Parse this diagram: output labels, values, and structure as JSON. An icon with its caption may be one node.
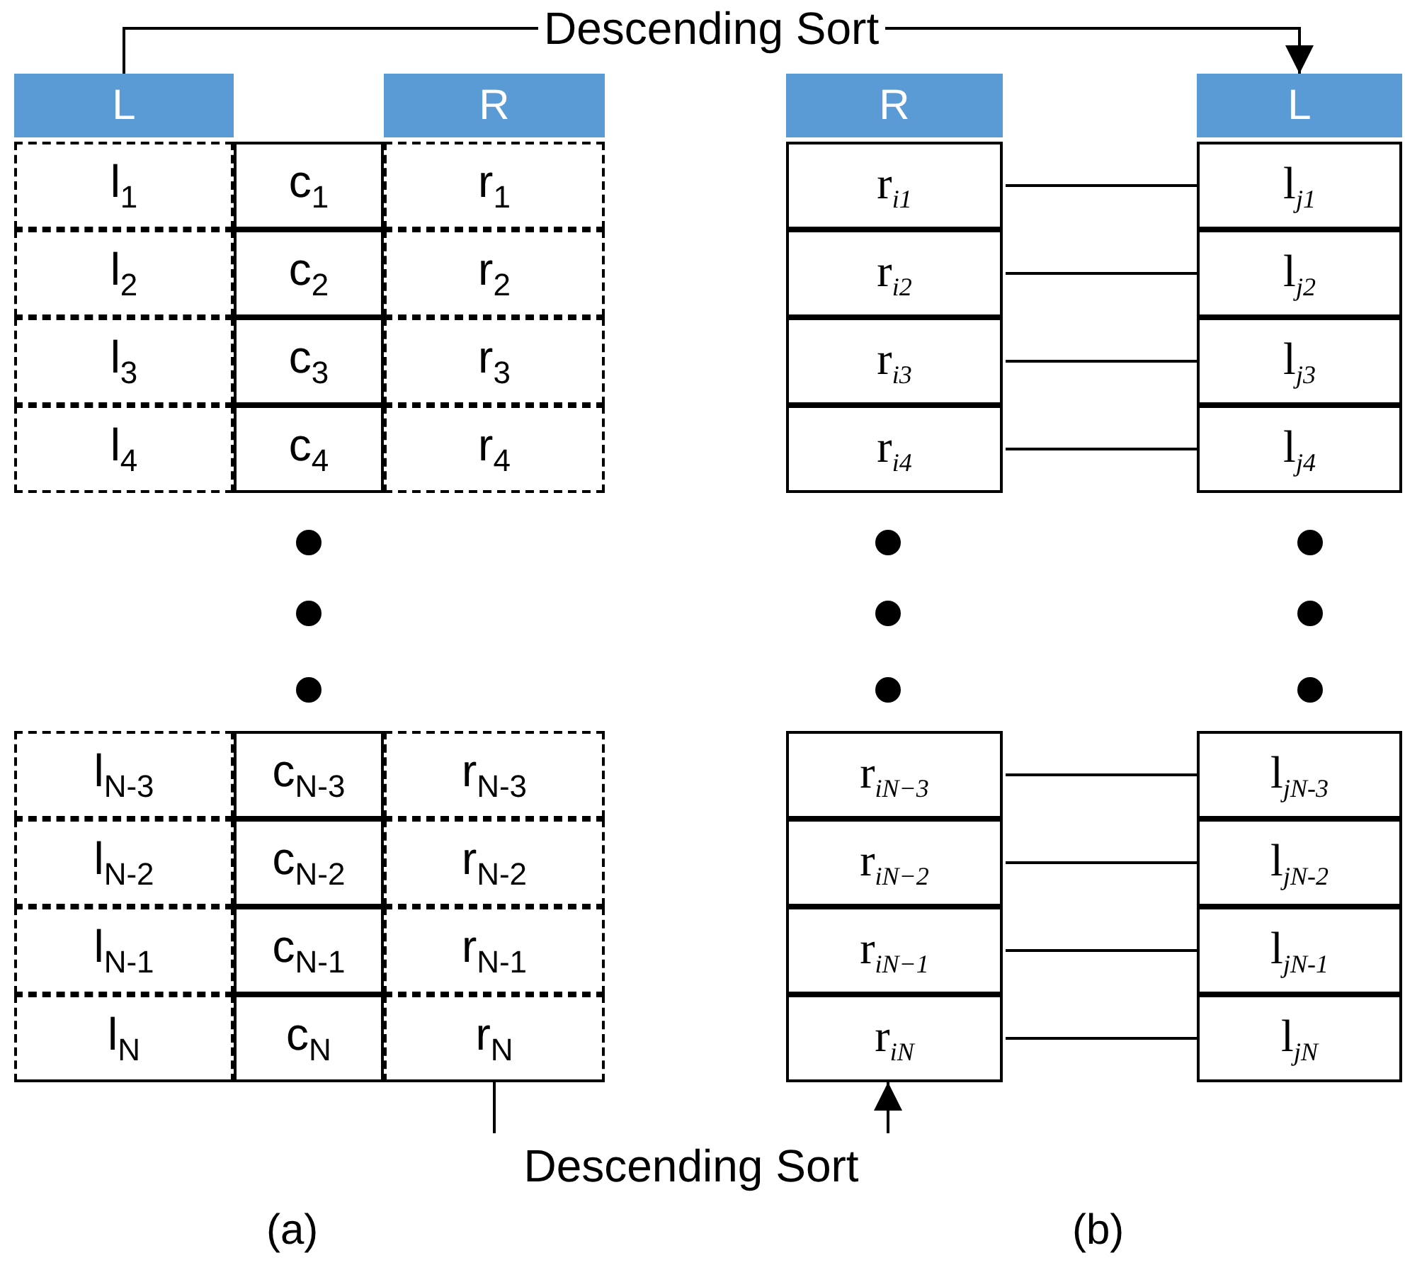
{
  "diagram": {
    "nodes": [
      {
        "text": [
          "L"
        ]
      },
      {
        "text": [
          "R"
        ]
      },
      {
        "text": [
          "R"
        ]
      },
      {
        "text": [
          "L"
        ]
      },
      {
        "text": [
          "l$_{1}$"
        ]
      },
      {
        "text": [
          "c$_{1}$"
        ]
      },
      {
        "text": [
          "r$_{1}$"
        ]
      },
      {
        "text": [
          "l$_{2}$"
        ]
      },
      {
        "text": [
          "c$_{2}$"
        ]
      },
      {
        "text": [
          "r$_{2}$"
        ]
      },
      {
        "text": [
          "l$_{3}$"
        ]
      },
      {
        "text": [
          "c$_{3}$"
        ]
      },
      {
        "text": [
          "r$_{3}$"
        ]
      },
      {
        "text": [
          "l$_{4}$"
        ]
      },
      {
        "text": [
          "c$_{4}$"
        ]
      },
      {
        "text": [
          "r$_{4}$"
        ]
      },
      {
        "text": [
          "l$_{N-3}$"
        ]
      },
      {
        "text": [
          "c$_{N-3}$"
        ]
      },
      {
        "text": [
          "r$_{N-3}$"
        ]
      },
      {
        "text": [
          "l$_{N-2}$"
        ]
      },
      {
        "text": [
          "c$_{N-2}$"
        ]
      },
      {
        "text": [
          "r$_{N-2}$"
        ]
      },
      {
        "text": [
          "l$_{N-1}$"
        ]
      },
      {
        "text": [
          "c$_{N-1}$"
        ]
      },
      {
        "text": [
          "r$_{N-1}$"
        ]
      },
      {
        "text": [
          "l$_{N}$"
        ]
      },
      {
        "text": [
          "c$_{N}$"
        ]
      },
      {
        "text": [
          "r$_{N}$"
        ]
      },
      {
        "text": [
          "r$_{i1}$"
        ]
      },
      {
        "text": [
          "l$_{j1}$"
        ]
      },
      {
        "text": [
          "r$_{i2}$"
        ]
      },
      {
        "text": [
          "l$_{j2}$"
        ]
      },
      {
        "text": [
          "r$_{i3}$"
        ]
      },
      {
        "text": [
          "l$_{j3}$"
        ]
      },
      {
        "text": [
          "r$_{i4}$"
        ]
      },
      {
        "text": [
          "l$_{j4}$"
        ]
      },
      {
        "text": [
          "r$_{iN−3}$"
        ]
      },
      {
        "text": [
          "l$_{jN-3}$"
        ]
      },
      {
        "text": [
          "r$_{iN−2}$"
        ]
      },
      {
        "text": [
          "l$_{jN-2}$"
        ]
      },
      {
        "text": [
          "r$_{iN−1}$"
        ]
      },
      {
        "text": [
          "l$_{jN-1}$"
        ]
      },
      {
        "text": [
          "r$_{iN}$"
        ]
      },
      {
        "text": [
          "l$_{jN}$"
        ]
      },
      {
        "text": [
          "Descending Sort"
        ]
      }
    ],
    "edges": [
      {
        "from": 0,
        "to": 3,
        "arrow": "to",
        "label": "Descending Sort"
      },
      {
        "from": 28,
        "to": 29,
        "arrow": "none"
      },
      {
        "from": 30,
        "to": 31,
        "arrow": "none"
      },
      {
        "from": 32,
        "to": 33,
        "arrow": "none"
      },
      {
        "from": 34,
        "to": 35,
        "arrow": "none"
      },
      {
        "from": 36,
        "to": 37,
        "arrow": "none"
      },
      {
        "from": 38,
        "to": 39,
        "arrow": "none"
      },
      {
        "from": 40,
        "to": 41,
        "arrow": "none"
      },
      {
        "from": 42,
        "to": 43,
        "arrow": "none"
      },
      {
        "from": 27,
        "to": 44,
        "arrow": "none"
      },
      {
        "from": 44,
        "to": 42,
        "arrow": "to"
      }
    ],
    "labels": [
      "(a)",
      "(b)"
    ]
  }
}
